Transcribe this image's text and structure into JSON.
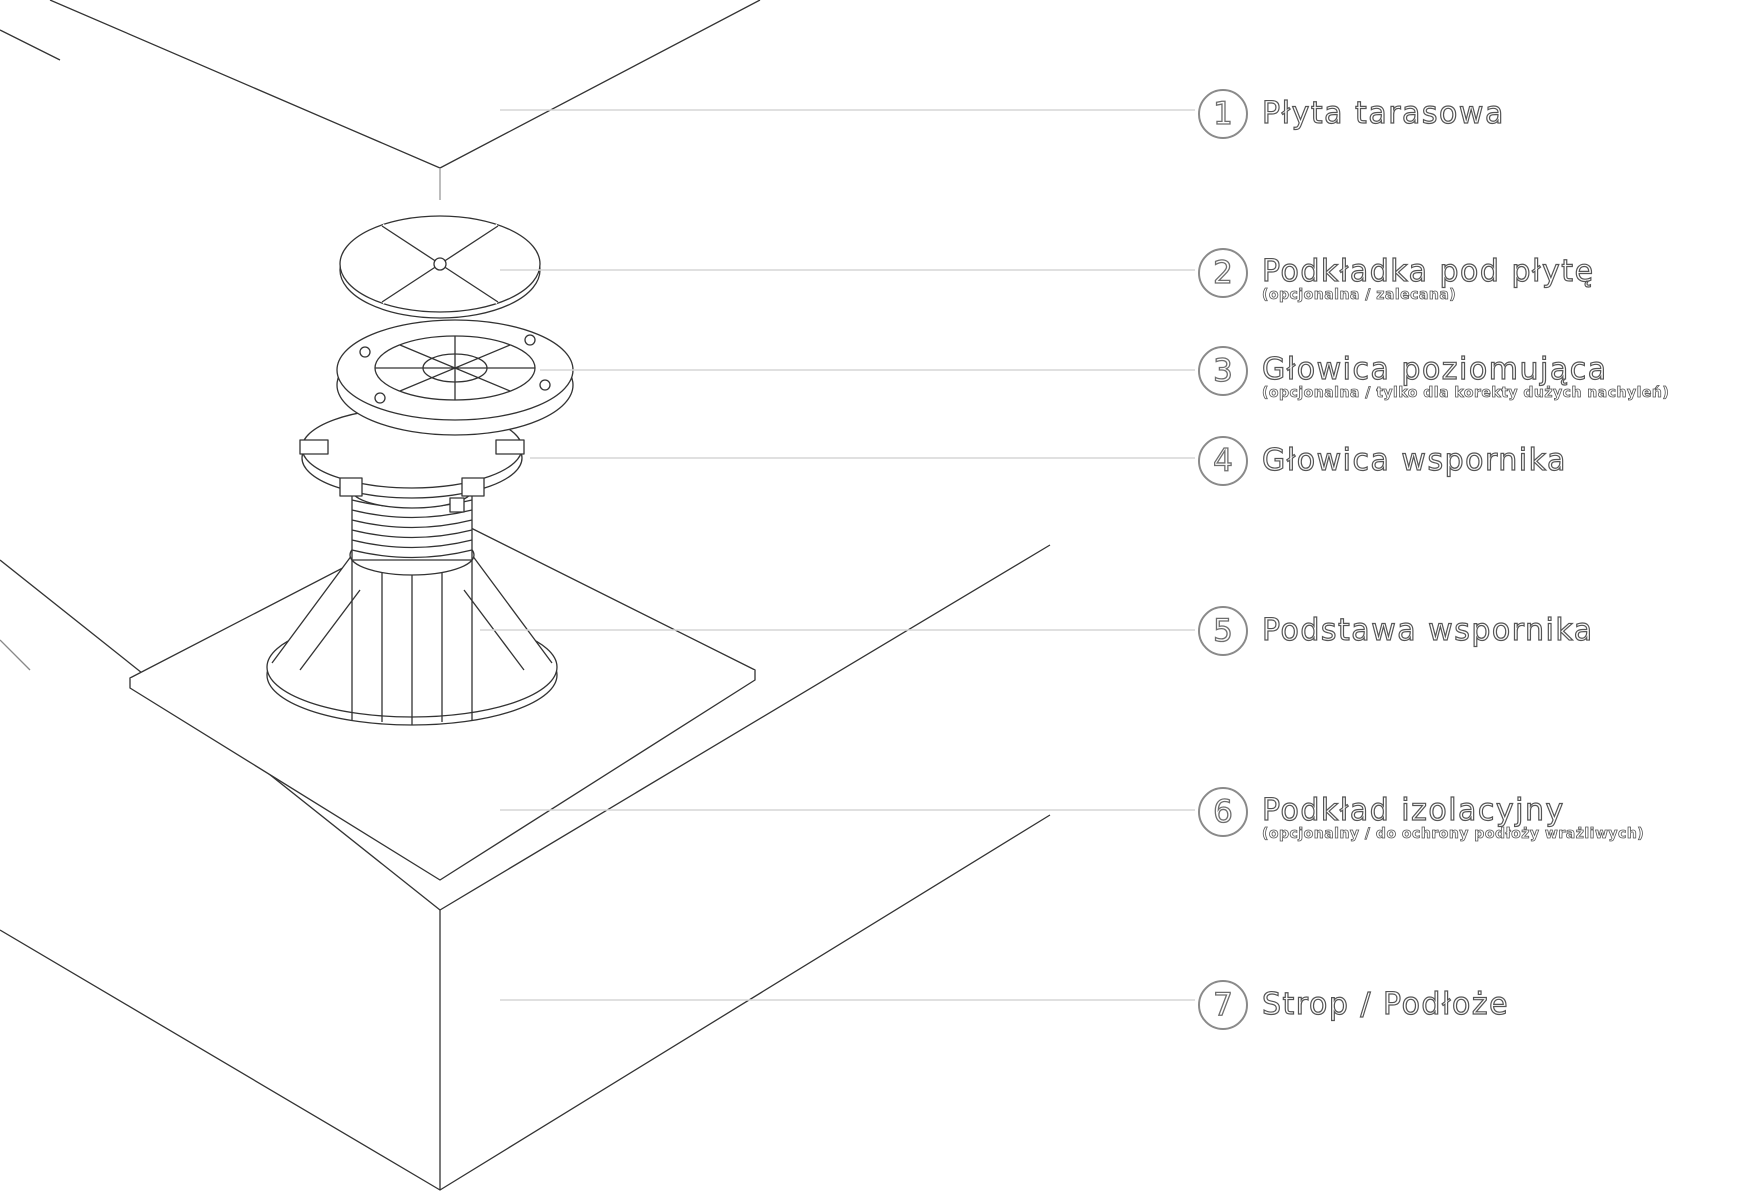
{
  "labels": [
    {
      "number": "1",
      "title": "Płyta tarasowa",
      "note": ""
    },
    {
      "number": "2",
      "title": "Podkładka pod płytę",
      "note": "(opcjonalna / zalecana)"
    },
    {
      "number": "3",
      "title": "Głowica poziomująca",
      "note": "(opcjonalna / tylko dla korekty dużych nachyleń)"
    },
    {
      "number": "4",
      "title": "Głowica wspornika",
      "note": ""
    },
    {
      "number": "5",
      "title": "Podstawa wspornika",
      "note": ""
    },
    {
      "number": "6",
      "title": "Podkład izolacyjny",
      "note": "(opcjonalny / do ochrony podłoży wrażliwych)"
    },
    {
      "number": "7",
      "title": "Strop / Podłoże",
      "note": ""
    }
  ],
  "colors": {
    "line": "#2b2b2b",
    "leader": "#d6d6d6",
    "label_outline": "#555555"
  }
}
